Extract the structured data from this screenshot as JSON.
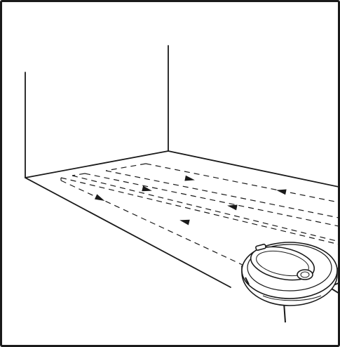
{
  "illustration": {
    "subject": "robot-vacuum-cleaning-path",
    "line_color": "#1a1a1a",
    "background_color": "#ffffff",
    "robot_body_color": "#ffffff"
  },
  "path": {
    "pattern": "back-and-forth",
    "lanes": 6,
    "lane_directions": [
      "left",
      "right",
      "left",
      "right",
      "left",
      "right"
    ]
  }
}
